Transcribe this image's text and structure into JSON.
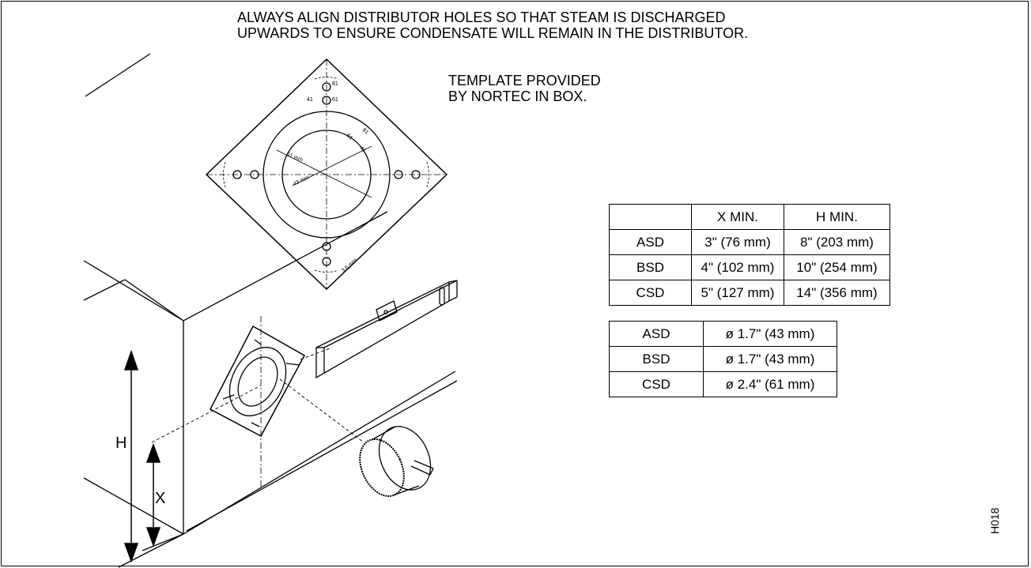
{
  "header": {
    "line1": "ALWAYS ALIGN DISTRIBUTOR HOLES SO THAT STEAM IS DISCHARGED",
    "line2": "UPWARDS TO ENSURE CONDENSATE WILL REMAIN IN THE DISTRIBUTOR."
  },
  "template_note": {
    "line1": "TEMPLATE PROVIDED",
    "line2": "BY NORTEC IN BOX."
  },
  "template_labels": {
    "dim_81_top": "81",
    "dim_41": "41",
    "dim_61_top": "61",
    "dim_81_diag": "81",
    "dim_61_diag": "61",
    "dim_41_diag": "41",
    "dim_61_mm": "61 mm",
    "dim_43_mm": "43 mm",
    "dim_3_6_mm": "3.6 mm"
  },
  "min_table": {
    "headers": [
      "",
      "X MIN.",
      "H MIN."
    ],
    "rows": [
      [
        "ASD",
        "3\" (76 mm)",
        "8\" (203 mm)"
      ],
      [
        "BSD",
        "4\" (102 mm)",
        "10\" (254 mm)"
      ],
      [
        "CSD",
        "5\" (127 mm)",
        "14\" (356 mm)"
      ]
    ]
  },
  "diameter_table": {
    "rows": [
      [
        "ASD",
        "ø 1.7\" (43 mm)"
      ],
      [
        "BSD",
        "ø 1.7\" (43 mm)"
      ],
      [
        "CSD",
        "ø 2.4\" (61 mm)"
      ]
    ]
  },
  "dimension_labels": {
    "h": "H",
    "x": "X"
  },
  "drawing_code": "H018"
}
